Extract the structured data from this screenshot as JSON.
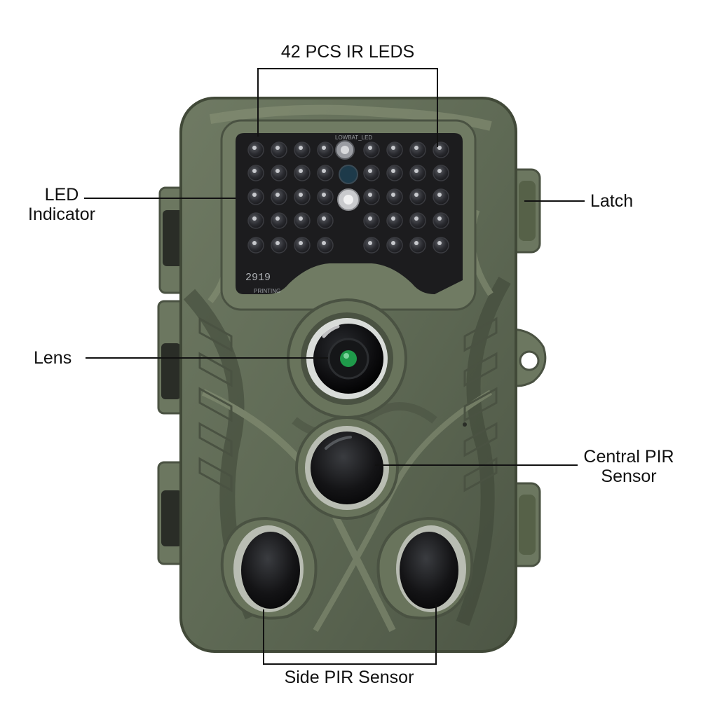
{
  "colors": {
    "body_base": "#5f6a55",
    "body_dark": "#3e4637",
    "body_light": "#8a9478",
    "panel": "#1c1c1e",
    "lens_glass": "#0c0c0e",
    "lens_center": "#1f9a4a",
    "leader_line": "#111111",
    "label_text": "#111111"
  },
  "labels": {
    "ir_leds": "42 PCS IR LEDS",
    "led_indicator_line1": "LED",
    "led_indicator_line2": "Indicator",
    "latch": "Latch",
    "lens": "Lens",
    "central_pir_line1": "Central PIR",
    "central_pir_line2": "Sensor",
    "side_pir": "Side PIR Sensor"
  },
  "device_markings": {
    "lowbat": "LOWBAT_LED",
    "display": "2919",
    "printing": "PRINTING"
  },
  "icons": {
    "camera": "trail-camera-illustration",
    "led": "ir-led-icon",
    "lens": "camera-lens-icon",
    "pir": "pir-sensor-icon"
  }
}
